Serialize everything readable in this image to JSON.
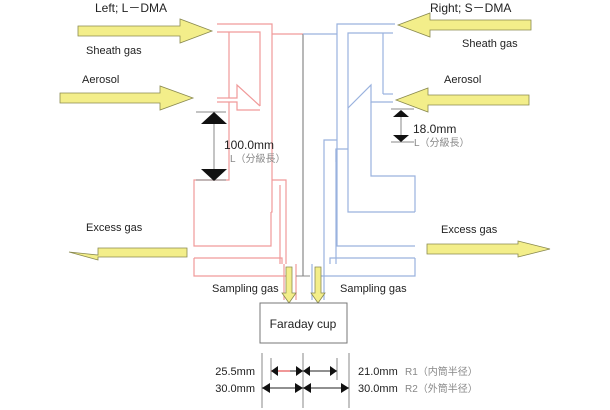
{
  "diagram": {
    "left_title": "Left; L－DMA",
    "right_title": "Right; S－DMA",
    "left_sheath": "Sheath gas",
    "right_sheath": "Sheath gas",
    "left_aerosol": "Aerosol",
    "right_aerosol": "Aerosol",
    "left_excess": "Excess gas",
    "right_excess": "Excess gas",
    "left_sampling": "Sampling gas",
    "right_sampling": "Sampling gas",
    "faraday": "Faraday cup",
    "left_length": "100.0mm",
    "left_length_note": "L（分級長）",
    "right_length": "18.0mm",
    "right_length_note": "L（分級長）",
    "r1_left": "25.5mm",
    "r1_right": "21.0mm",
    "r1_note": "R1（内筒半径）",
    "r2_left": "30.0mm",
    "r2_right": "30.0mm",
    "r2_note": "R2（外筒半径）",
    "colors": {
      "left_dma": "#f09a9a",
      "right_dma": "#9ab2de",
      "arrow_fill": "#f3ee8a"
    }
  }
}
